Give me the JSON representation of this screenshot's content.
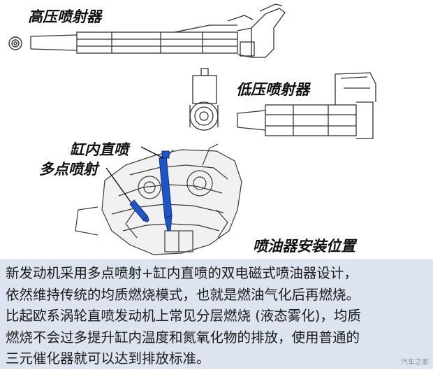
{
  "figure": {
    "labels": {
      "high_pressure_injector": "高压喷射器",
      "low_pressure_injector": "低压喷射器",
      "direct_injection": "缸内直喷",
      "port_injection": "多点喷射",
      "injector_location": "喷油器安装位置"
    },
    "highlight_color": "#1e56c8"
  },
  "caption": {
    "lines": [
      "新发动机采用多点喷射+缸内直喷的双电磁式喷油器设计，",
      "依然维持传统的均质燃烧模式，也就是燃油气化后再燃烧。",
      "比起欧系涡轮直喷发动机上常见分层燃烧 (液态雾化)，均质",
      "燃烧不会过多提升缸内温度和氮氧化物的排放，使用普通的",
      "三元催化器就可以达到排放标准。"
    ]
  },
  "watermark": "汽车之家"
}
